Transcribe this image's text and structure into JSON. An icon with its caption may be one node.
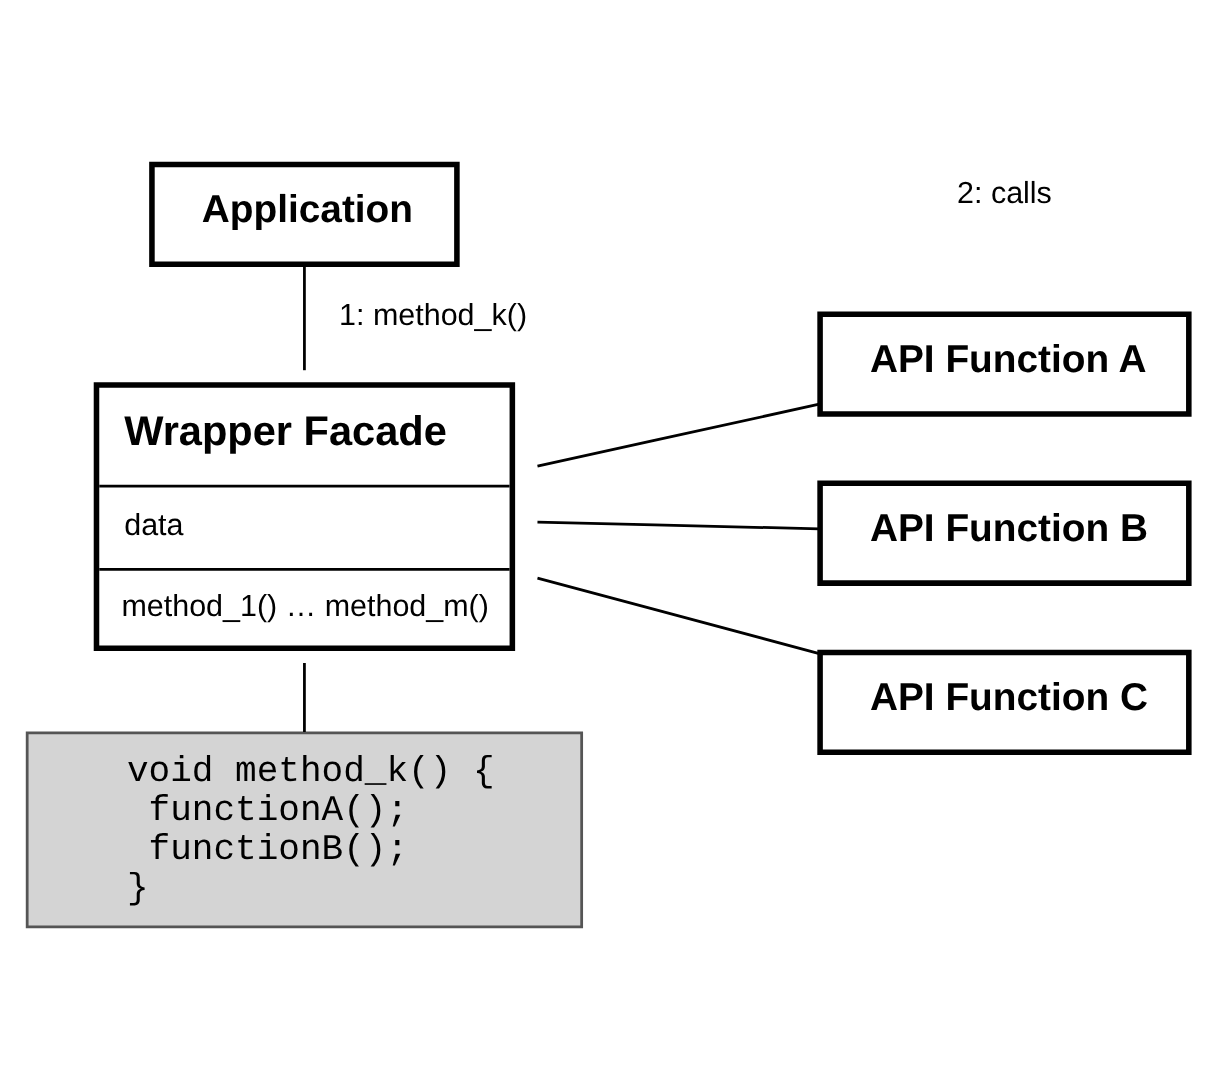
{
  "diagram": {
    "nodes": [
      {
        "text": [
          "Application"
        ]
      },
      {
        "text": [
          "Wrapper Facade",
          "data",
          "method_1() … method_m()"
        ]
      },
      {
        "text": [
          "API Function A"
        ]
      },
      {
        "text": [
          "API Function B"
        ]
      },
      {
        "text": [
          "API Function C"
        ]
      },
      {
        "text": [
          "void method_k() {",
          "functionA();",
          "functionB();",
          "}"
        ]
      }
    ],
    "edges": [
      {
        "from": 0,
        "to": 1,
        "arrow": "none",
        "label": "1: method_k()"
      },
      {
        "from": 1,
        "to": 2,
        "arrow": "none"
      },
      {
        "from": 1,
        "to": 3,
        "arrow": "none"
      },
      {
        "from": 1,
        "to": 4,
        "arrow": "none"
      },
      {
        "from": 1,
        "to": 5,
        "arrow": "none"
      }
    ],
    "labels": [
      "2: calls"
    ]
  }
}
